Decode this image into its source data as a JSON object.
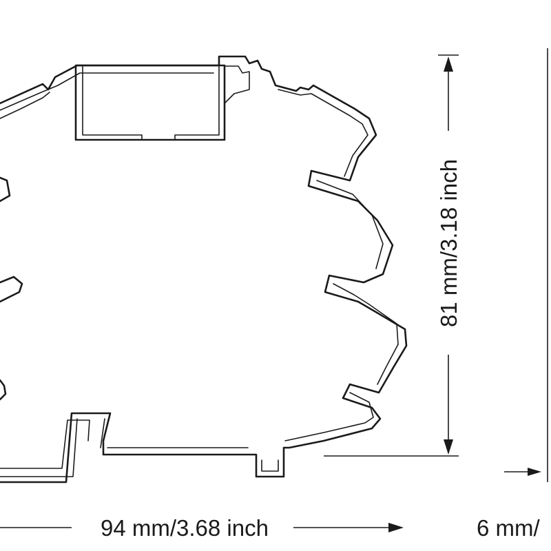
{
  "dimensions": {
    "height": {
      "label": "81 mm/3.18 inch"
    },
    "width": {
      "label": "94 mm/3.68 inch"
    },
    "depth": {
      "label": "6 mm/"
    }
  },
  "colors": {
    "line": "#1a1a1a",
    "background": "#ffffff"
  }
}
